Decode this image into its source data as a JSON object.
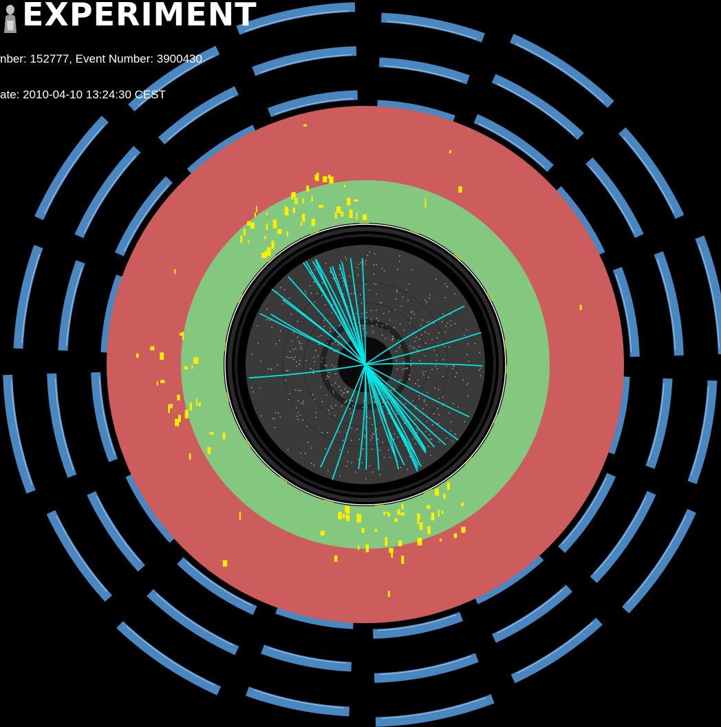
{
  "header": {
    "title": "EXPERIMENT",
    "run_line": "nber: 152777, Event Number: 3900430",
    "date_line": "ate: 2010-04-10 13:24:30 CEST"
  },
  "colors": {
    "background": "#000000",
    "muon_chambers": "#4a86bf",
    "muon_chamber_edge": "#9ec3e4",
    "hadronic_calorimeter": "#cd5c5c",
    "em_calorimeter": "#84c880",
    "inner_detector": "#3c3c3c",
    "tracks": "#00e5e5",
    "energy_deposits": "#ffee00",
    "hits": "#cfcfcf"
  },
  "event": {
    "track_count": 40,
    "calorimeter_cells": 120
  }
}
